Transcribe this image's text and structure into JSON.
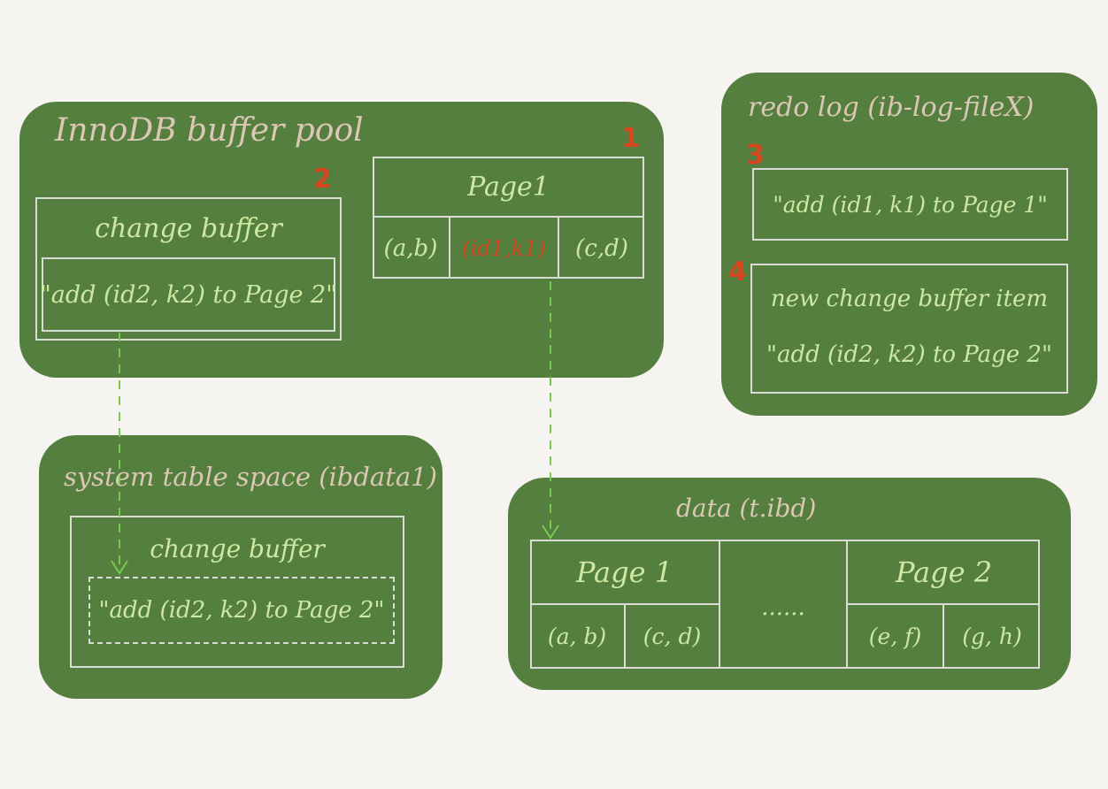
{
  "buffer_pool": {
    "title": "InnoDB buffer pool",
    "marker_page": "1",
    "marker_change": "2",
    "change_buffer_title": "change buffer",
    "change_buffer_item": "\"add (id2, k2) to Page 2\"",
    "page_title": "Page1",
    "page_rows": [
      "(a,b)",
      "(id1,k1)",
      "(c,d)"
    ]
  },
  "redo_log": {
    "title": "redo log (ib-log-fileX)",
    "marker_3": "3",
    "marker_4": "4",
    "entry_1": "\"add (id1, k1) to Page 1\"",
    "entry_2_line1": "new change buffer item",
    "entry_2_line2": "\"add (id2, k2) to Page 2\""
  },
  "system_tablespace": {
    "title": "system table space (ibdata1)",
    "change_buffer_title": "change buffer",
    "change_buffer_item": "\"add (id2, k2) to Page 2\""
  },
  "data_file": {
    "title": "data (t.ibd)",
    "page1_title": "Page 1",
    "page1_rows": [
      "(a, b)",
      "(c, d)"
    ],
    "ellipsis": "......",
    "page2_title": "Page 2",
    "page2_rows": [
      "(e, f)",
      "(g, h)"
    ]
  },
  "colors": {
    "board": "#547f3f",
    "title": "#dcc6b4",
    "content": "#cfe8a1",
    "highlight": "#d4471f",
    "arrow": "#79c94f"
  }
}
